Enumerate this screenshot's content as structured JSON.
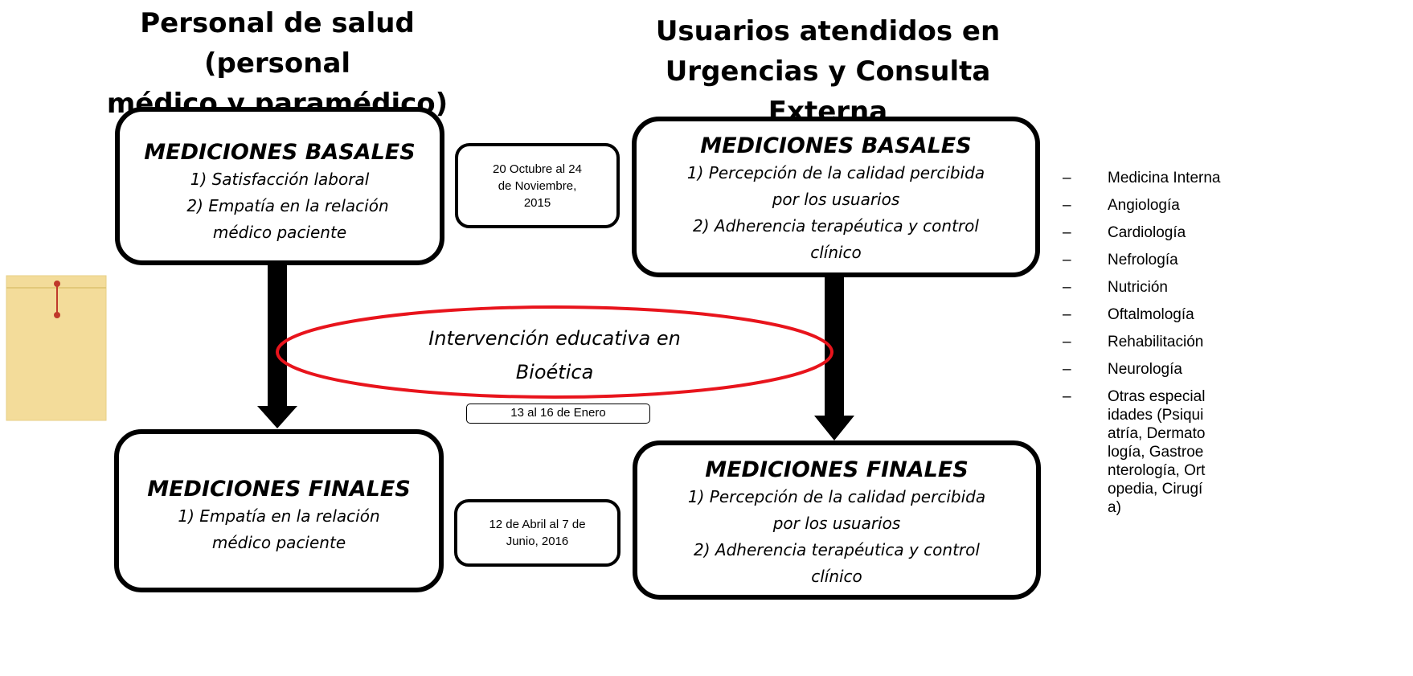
{
  "headings": {
    "left": [
      "Personal de salud (personal",
      "médico y paramédico)"
    ],
    "right": [
      "Usuarios atendidos en",
      "Urgencias y Consulta Externa"
    ]
  },
  "left_basal": {
    "title": "MEDICIONES BASALES",
    "items": [
      "1) Satisfacción laboral",
      "2) Empatía en la relación",
      "médico paciente"
    ]
  },
  "left_final": {
    "title": "MEDICIONES FINALES",
    "items": [
      "1) Empatía en la relación",
      "médico paciente"
    ]
  },
  "right_basal": {
    "title": "MEDICIONES BASALES",
    "items": [
      "1) Percepción de la calidad percibida",
      "por los usuarios",
      "2) Adherencia terapéutica y control",
      "clínico"
    ]
  },
  "right_final": {
    "title": "MEDICIONES FINALES",
    "items": [
      "1) Percepción de la calidad percibida",
      "por los usuarios",
      "2) Adherencia terapéutica y control",
      "clínico"
    ]
  },
  "dates": {
    "basal": [
      "20 Octubre al 24",
      "de Noviembre,",
      "2015"
    ],
    "final": [
      "12 de Abril al 7 de",
      "Junio, 2016"
    ],
    "intervention": "13 al 16 de Enero"
  },
  "intervention": {
    "lines": [
      "Intervención educativa en",
      "Bioética"
    ],
    "ellipse_color": "#e8141c"
  },
  "specialties": {
    "bullet": "–",
    "items": [
      "Medicina Interna",
      "Angiología",
      "Cardiología",
      "Nefrología",
      "Nutrición",
      "Oftalmología",
      "Rehabilitación",
      "Neurología",
      "Otras especialidades (Psiquiatría, Dermatología, Gastroenterología, Ortopedia, Cirugía)"
    ]
  },
  "envelope": {
    "icon": "envelope-icon",
    "color": "#f3dc9a",
    "string_color": "#c0392b"
  }
}
